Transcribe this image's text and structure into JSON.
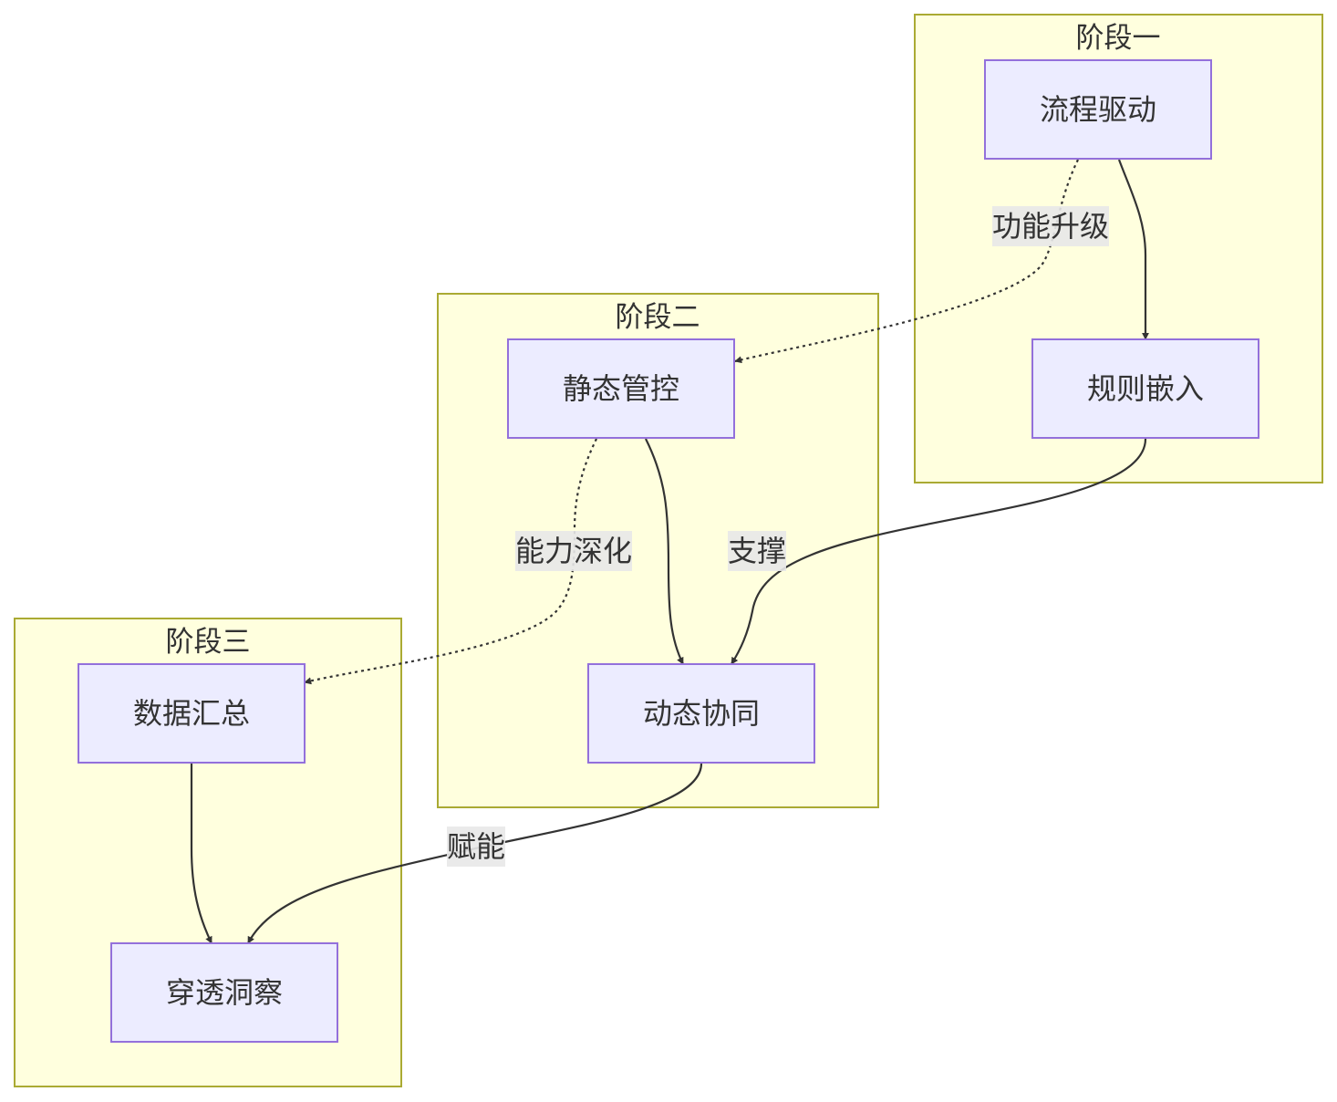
{
  "clusters": {
    "stage1": {
      "title": "阶段一"
    },
    "stage2": {
      "title": "阶段二"
    },
    "stage3": {
      "title": "阶段三"
    }
  },
  "nodes": {
    "process_driven": {
      "label": "流程驱动"
    },
    "rule_embedded": {
      "label": "规则嵌入"
    },
    "static_control": {
      "label": "静态管控"
    },
    "dynamic_collab": {
      "label": "动态协同"
    },
    "data_summary": {
      "label": "数据汇总"
    },
    "insight": {
      "label": "穿透洞察"
    }
  },
  "edges": {
    "upgrade": {
      "label": "功能升级",
      "style": "dotted"
    },
    "support": {
      "label": "支撑",
      "style": "solid"
    },
    "deepen": {
      "label": "能力深化",
      "style": "dotted"
    },
    "empower": {
      "label": "赋能",
      "style": "solid"
    }
  },
  "colors": {
    "cluster_fill": "#ffffde",
    "cluster_stroke": "#aaaa33",
    "node_fill": "#ececff",
    "node_stroke": "#9370db",
    "edge": "#333333",
    "edge_label_bg": "#e8e8e8",
    "text": "#333333"
  }
}
